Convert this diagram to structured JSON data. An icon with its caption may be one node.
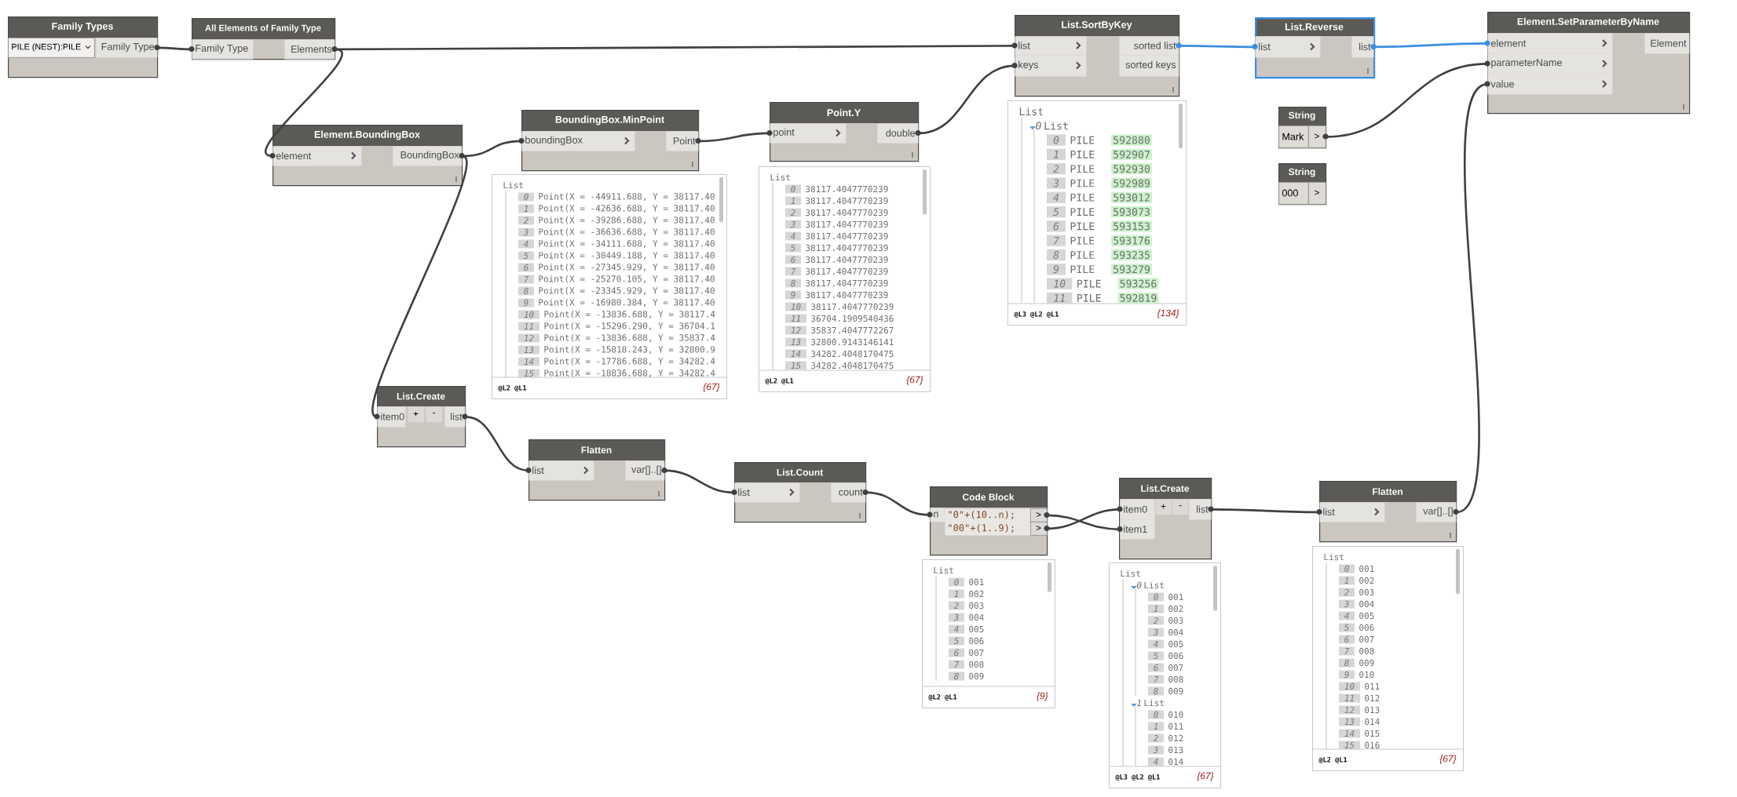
{
  "diagram": {
    "nodes": [
      {
        "text": [
          "Family Types"
        ]
      },
      {
        "text": [
          "PILE (NEST):PILE"
        ],
        "in": 0
      },
      {
        "text": [
          "Family Type"
        ],
        "in": 0
      },
      {
        "text": [
          "All Elements of Family Type"
        ]
      },
      {
        "text": [
          "Family Type"
        ],
        "in": 3
      },
      {
        "text": [
          "Elements"
        ],
        "in": 3
      },
      {
        "text": [
          "Element.BoundingBox"
        ]
      },
      {
        "text": [
          "element"
        ],
        "in": 6
      },
      {
        "text": [
          "BoundingBox"
        ],
        "in": 6
      },
      {
        "text": [
          "BoundingBox.MinPoint"
        ]
      },
      {
        "text": [
          "boundingBox"
        ],
        "in": 9
      },
      {
        "text": [
          "Point"
        ],
        "in": 9
      },
      {
        "text": [
          "List",
          "0",
          "Point(X = -44911.688, Y = 38117.40",
          "1",
          "Point(X = -42636.688, Y = 38117.40",
          "2",
          "Point(X = -39286.688, Y = 38117.40",
          "3",
          "Point(X = -36636.688, Y = 38117.40",
          "4",
          "Point(X = -34111.688, Y = 38117.40",
          "5",
          "Point(X = -30449.188, Y = 38117.40",
          "6",
          "Point(X = -27345.929, Y = 38117.40",
          "7",
          "Point(X = -25270.105, Y = 38117.40",
          "8",
          "Point(X = -23345.929, Y = 38117.40",
          "9",
          "Point(X = -16980.384, Y = 38117.40",
          "10",
          "Point(X = -13836.688, Y = 38117.4",
          "11",
          "Point(X = -15296.290, Y = 36704.1",
          "12",
          "Point(X = -13836.688, Y = 35837.4",
          "13",
          "Point(X = -15818.243, Y = 32800.9",
          "14",
          "Point(X = -17786.688, Y = 34282.4",
          "15",
          "Point(X = -18836.688, Y = 34282.4",
          "@L2 @L1",
          "{67}"
        ]
      },
      {
        "text": [
          "Point.Y"
        ]
      },
      {
        "text": [
          "point"
        ],
        "in": 13
      },
      {
        "text": [
          "double"
        ],
        "in": 13
      },
      {
        "text": [
          "List",
          "0",
          "38117.4047770239",
          "1",
          "38117.4047770239",
          "2",
          "38117.4047770239",
          "3",
          "38117.4047770239",
          "4",
          "38117.4047770239",
          "5",
          "38117.4047770239",
          "6",
          "38117.4047770239",
          "7",
          "38117.4047770239",
          "8",
          "38117.4047770239",
          "9",
          "38117.4047770239",
          "10",
          "38117.4047770239",
          "11",
          "36704.1909540436",
          "12",
          "35837.4047772267",
          "13",
          "32800.9143146141",
          "14",
          "34282.4048170475",
          "15",
          "34282.4048170475",
          "@L2 @L1",
          "{67}"
        ]
      },
      {
        "text": [
          "List.SortByKey"
        ]
      },
      {
        "text": [
          "list"
        ],
        "in": 17
      },
      {
        "text": [
          "keys"
        ],
        "in": 17
      },
      {
        "text": [
          "sorted list"
        ],
        "in": 17
      },
      {
        "text": [
          "sorted keys"
        ],
        "in": 17
      },
      {
        "text": [
          "List",
          "0",
          "List",
          "0",
          "PILE",
          "592880",
          "1",
          "PILE",
          "592907",
          "2",
          "PILE",
          "592930",
          "3",
          "PILE",
          "592989",
          "4",
          "PILE",
          "593012",
          "5",
          "PILE",
          "593073",
          "6",
          "PILE",
          "593153",
          "7",
          "PILE",
          "593176",
          "8",
          "PILE",
          "593235",
          "9",
          "PILE",
          "593279",
          "10",
          "PILE",
          "593256",
          "11",
          "PILE",
          "592819",
          "@L3 @L2 @L1",
          "{134}"
        ]
      },
      {
        "text": [
          "List.Reverse"
        ]
      },
      {
        "text": [
          "list"
        ],
        "in": 23
      },
      {
        "text": [
          "list"
        ],
        "in": 23
      },
      {
        "text": [
          "String"
        ]
      },
      {
        "text": [
          "Mark"
        ],
        "in": 26
      },
      {
        "text": [
          ">"
        ],
        "in": 26
      },
      {
        "text": [
          "String"
        ]
      },
      {
        "text": [
          "000"
        ],
        "in": 29
      },
      {
        "text": [
          ">"
        ],
        "in": 29
      },
      {
        "text": [
          "Element.SetParameterByName"
        ]
      },
      {
        "text": [
          "element"
        ],
        "in": 32
      },
      {
        "text": [
          "parameterName"
        ],
        "in": 32
      },
      {
        "text": [
          "value"
        ],
        "in": 32
      },
      {
        "text": [
          "Element"
        ],
        "in": 32
      },
      {
        "text": [
          "List.Create"
        ]
      },
      {
        "text": [
          "item0"
        ],
        "in": 37
      },
      {
        "text": [
          "+"
        ],
        "in": 37
      },
      {
        "text": [
          "-"
        ],
        "in": 37
      },
      {
        "text": [
          "list"
        ],
        "in": 37
      },
      {
        "text": [
          "Flatten"
        ]
      },
      {
        "text": [
          "list"
        ],
        "in": 42
      },
      {
        "text": [
          "var[]..[]"
        ],
        "in": 42
      },
      {
        "text": [
          "List.Count"
        ]
      },
      {
        "text": [
          "list"
        ],
        "in": 45
      },
      {
        "text": [
          "count"
        ],
        "in": 45
      },
      {
        "text": [
          "Code Block"
        ]
      },
      {
        "text": [
          "n"
        ],
        "in": 48
      },
      {
        "text": [
          "\"0\"+(10..n);",
          "\"00\"+(1..9);"
        ],
        "in": 48
      },
      {
        "text": [
          ">"
        ],
        "in": 48
      },
      {
        "text": [
          ">"
        ],
        "in": 48
      },
      {
        "text": [
          "List",
          "0",
          "001",
          "1",
          "002",
          "2",
          "003",
          "3",
          "004",
          "4",
          "005",
          "5",
          "006",
          "6",
          "007",
          "7",
          "008",
          "8",
          "009",
          "@L2 @L1",
          "{9}"
        ]
      },
      {
        "text": [
          "List.Create"
        ]
      },
      {
        "text": [
          "item0"
        ],
        "in": 54
      },
      {
        "text": [
          "+"
        ],
        "in": 54
      },
      {
        "text": [
          "-"
        ],
        "in": 54
      },
      {
        "text": [
          "list"
        ],
        "in": 54
      },
      {
        "text": [
          "item1"
        ],
        "in": 54
      },
      {
        "text": [
          "List",
          "0",
          "List",
          "0",
          "001",
          "1",
          "002",
          "2",
          "003",
          "3",
          "004",
          "4",
          "005",
          "5",
          "006",
          "6",
          "007",
          "7",
          "008",
          "8",
          "009",
          "1",
          "List",
          "0",
          "010",
          "1",
          "011",
          "2",
          "012",
          "3",
          "013",
          "4",
          "014",
          "@L3 @L2 @L1",
          "{67}"
        ]
      },
      {
        "text": [
          "Flatten"
        ]
      },
      {
        "text": [
          "list"
        ],
        "in": 61
      },
      {
        "text": [
          "var[]..[]"
        ],
        "in": 61
      },
      {
        "text": [
          "List",
          "0",
          "001",
          "1",
          "002",
          "2",
          "003",
          "3",
          "004",
          "4",
          "005",
          "5",
          "006",
          "6",
          "007",
          "7",
          "008",
          "8",
          "009",
          "9",
          "010",
          "10",
          "011",
          "11",
          "012",
          "12",
          "013",
          "13",
          "014",
          "14",
          "015",
          "15",
          "016",
          "@L2 @L1",
          "{67}"
        ]
      }
    ],
    "edges": [
      {
        "from": 2,
        "to": 4,
        "arrow": "none"
      },
      {
        "from": 5,
        "to": 18,
        "arrow": "none"
      },
      {
        "from": 5,
        "to": 7,
        "arrow": "none"
      },
      {
        "from": 8,
        "to": 10,
        "arrow": "none"
      },
      {
        "from": 8,
        "to": 38,
        "arrow": "none"
      },
      {
        "from": 11,
        "to": 14,
        "arrow": "none"
      },
      {
        "from": 15,
        "to": 19,
        "arrow": "none"
      },
      {
        "from": 20,
        "to": 24,
        "arrow": "none",
        "color": "#3a8ee0"
      },
      {
        "from": 25,
        "to": 33,
        "arrow": "none",
        "color": "#3a8ee0"
      },
      {
        "from": 28,
        "to": 34,
        "arrow": "none"
      },
      {
        "from": 41,
        "to": 43,
        "arrow": "none"
      },
      {
        "from": 44,
        "to": 46,
        "arrow": "none"
      },
      {
        "from": 47,
        "to": 49,
        "arrow": "none"
      },
      {
        "from": 51,
        "to": 59,
        "arrow": "none"
      },
      {
        "from": 52,
        "to": 55,
        "arrow": "none"
      },
      {
        "from": 58,
        "to": 62,
        "arrow": "none"
      },
      {
        "from": 63,
        "to": 35,
        "arrow": "none"
      }
    ]
  }
}
